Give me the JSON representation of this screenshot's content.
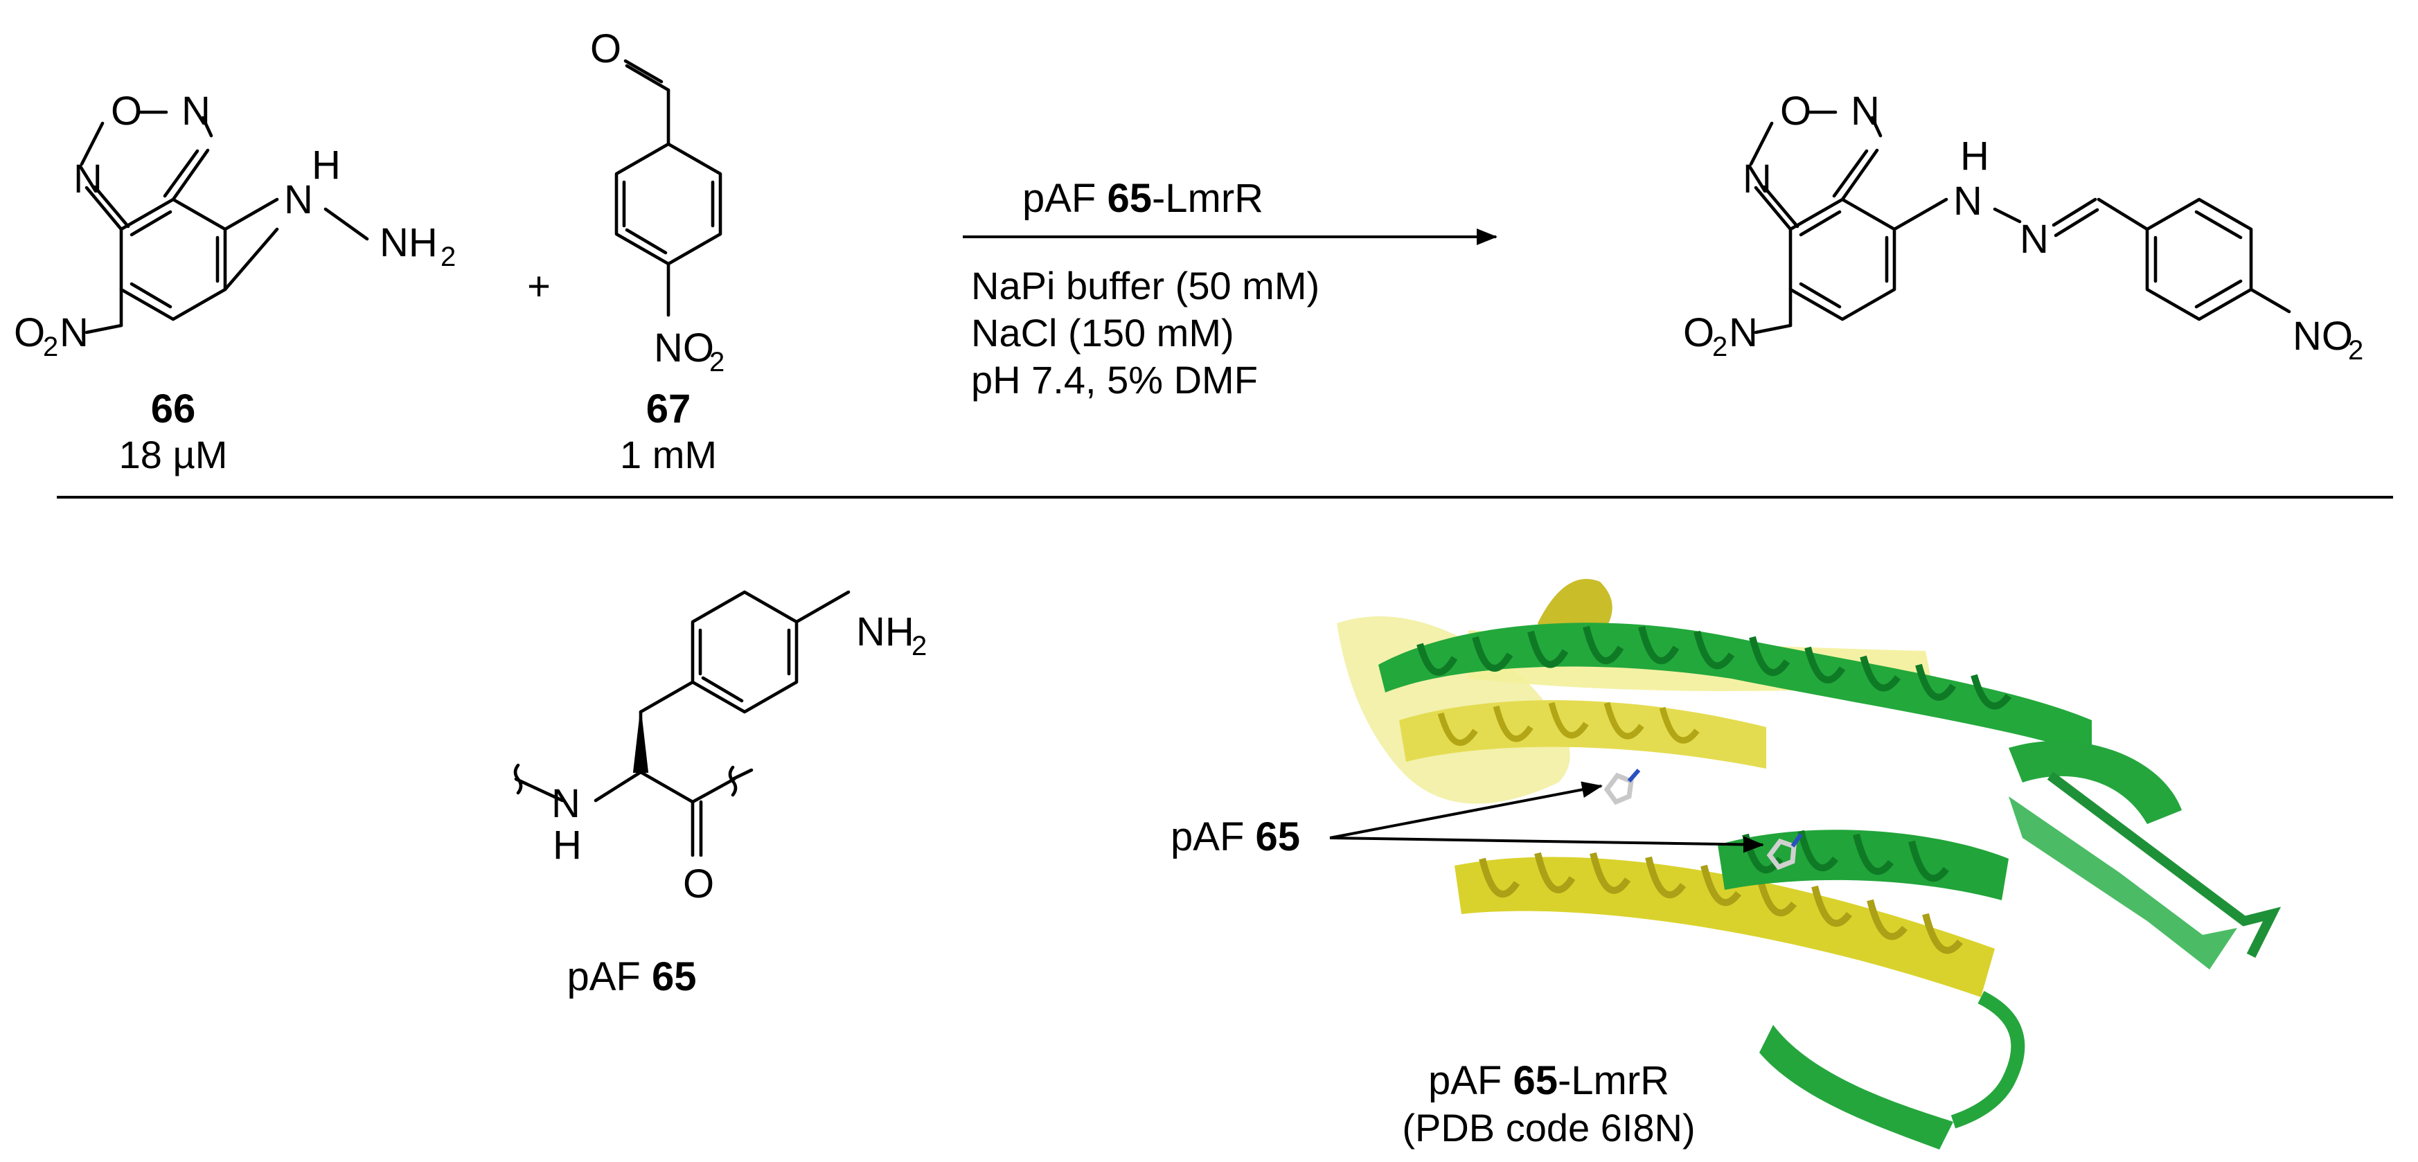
{
  "reaction": {
    "compound_66": {
      "atoms": {
        "O": "O",
        "N": "N",
        "H": "H",
        "NH": "NH",
        "sub2": "2",
        "O2N_O": "O",
        "O2N_N": "N"
      },
      "number": "66",
      "conc": "18 µM"
    },
    "plus": "+",
    "compound_67": {
      "atoms": {
        "O": "O",
        "NO": "NO",
        "sub2": "2"
      },
      "number": "67",
      "conc": "1 mM"
    },
    "arrow": {
      "catalyst_prefix": "pAF ",
      "catalyst_number": "65",
      "catalyst_suffix": "-LmrR",
      "conditions": [
        "NaPi buffer (50 mM)",
        "NaCl (150 mM)",
        "pH 7.4, 5% DMF"
      ]
    },
    "product": {
      "atoms": {
        "O": "O",
        "N": "N",
        "H": "H",
        "N1": "N",
        "N2": "N",
        "NO": "NO",
        "sub2": "2",
        "O2N_O": "O",
        "O2N_N": "N"
      }
    }
  },
  "paf_structure": {
    "atoms": {
      "NH2": "NH",
      "sub2": "2",
      "N": "N",
      "H": "H",
      "O": "O"
    },
    "label_prefix": "pAF ",
    "label_number": "65"
  },
  "protein": {
    "pointer_prefix": "pAF ",
    "pointer_number": "65",
    "caption_prefix": "pAF ",
    "caption_number": "65",
    "caption_suffix": "-LmrR",
    "caption_line2": "(PDB code 6I8N)",
    "colors": {
      "chain_a": "#1faa3a",
      "chain_a_dark": "#13822a",
      "chain_b": "#e6e04a",
      "chain_b_dark": "#b9ae18",
      "pale": "#f3ef9a"
    }
  }
}
